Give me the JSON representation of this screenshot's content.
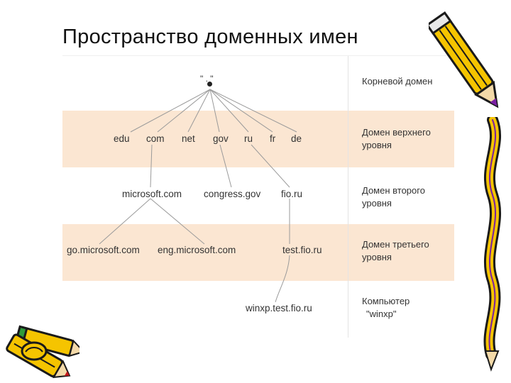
{
  "title": "Пространство доменных имен",
  "root_label": "\" . \"",
  "nodes": {
    "edu": "edu",
    "com": "com",
    "net": "net",
    "gov": "gov",
    "ru": "ru",
    "fr": "fr",
    "de": "de",
    "microsoft": "microsoft.com",
    "congress": "congress.gov",
    "fio": "fio.ru",
    "go_microsoft": "go.microsoft.com",
    "eng_microsoft": "eng.microsoft.com",
    "test_fio": "test.fio.ru",
    "winxp": "winxp.test.fio.ru"
  },
  "levels": [
    {
      "line1": "Корневой домен",
      "line2": ""
    },
    {
      "line1": "Домен верхнего",
      "line2": "уровня"
    },
    {
      "line1": "Домен второго",
      "line2": "уровня"
    },
    {
      "line1": "Домен третьего",
      "line2": "уровня"
    },
    {
      "line1": "Компьютер",
      "line2": "\"winxp\""
    }
  ],
  "colors": {
    "band_tint": "#fbe6d2",
    "edge": "#9a9a9a",
    "text": "#333333",
    "pencil_body": "#f5c400",
    "pencil_outline": "#1a1a1a",
    "pencil_accent": "#7a1fa2"
  },
  "icons": [
    "pencil-icon",
    "pencil-icon",
    "pencil-icon",
    "eraser-icon"
  ]
}
